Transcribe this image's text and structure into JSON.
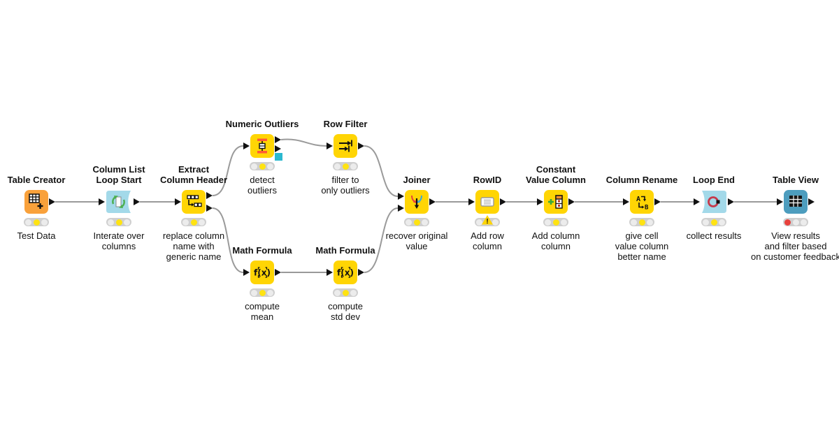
{
  "workflow": {
    "nodes": [
      {
        "id": "table-creator",
        "title": "Table Creator",
        "label": "Test Data",
        "status": "yellow",
        "icon": "table-plus-icon"
      },
      {
        "id": "column-list-loop-start",
        "title": "Column List\nLoop Start",
        "label": "Interate over\ncolumns",
        "status": "yellow",
        "icon": "column-loop-icon"
      },
      {
        "id": "extract-column-header",
        "title": "Extract\nColumn Header",
        "label": "replace column\nname with\ngeneric name",
        "status": "yellow",
        "icon": "extract-column-header-icon"
      },
      {
        "id": "numeric-outliers",
        "title": "Numeric Outliers",
        "label": "detect\noutliers",
        "status": "yellow",
        "icon": "numeric-outliers-icon"
      },
      {
        "id": "row-filter",
        "title": "Row Filter",
        "label": "filter to\nonly outliers",
        "status": "yellow",
        "icon": "row-filter-icon"
      },
      {
        "id": "math-formula-mean",
        "title": "Math Formula",
        "label": "compute\nmean",
        "status": "yellow",
        "icon": "math-formula-icon"
      },
      {
        "id": "math-formula-stddev",
        "title": "Math Formula",
        "label": "compute\nstd dev",
        "status": "yellow",
        "icon": "math-formula-icon"
      },
      {
        "id": "joiner",
        "title": "Joiner",
        "label": "recover original\nvalue",
        "status": "yellow",
        "icon": "joiner-icon"
      },
      {
        "id": "rowid",
        "title": "RowID",
        "label": "Add row\ncolumn",
        "status": "warning",
        "icon": "rowid-icon"
      },
      {
        "id": "constant-value-column",
        "title": "Constant\nValue Column",
        "label": "Add column\ncolumn",
        "status": "yellow",
        "icon": "constant-value-column-icon"
      },
      {
        "id": "column-rename",
        "title": "Column Rename",
        "label": "give cell\nvalue column\nbetter name",
        "status": "yellow",
        "icon": "column-rename-icon"
      },
      {
        "id": "loop-end",
        "title": "Loop End",
        "label": "collect results",
        "status": "yellow",
        "icon": "loop-end-icon"
      },
      {
        "id": "table-view",
        "title": "Table View",
        "label": "View results\nand filter based\non customer feedback",
        "status": "red",
        "icon": "table-view-icon"
      }
    ],
    "colors": {
      "node_yellow": "#FFD504",
      "node_orange": "#F9A13B",
      "loop_blue": "#A3D9E9",
      "view_blue": "#4D9DBE",
      "light_on_yellow": "#FFE312",
      "light_on_red": "#E8413C",
      "warning_yellow": "#FFD504",
      "connection_gray": "#9A9A9A",
      "port_black": "#111111",
      "square_port_cyan": "#2BB8CF"
    }
  }
}
